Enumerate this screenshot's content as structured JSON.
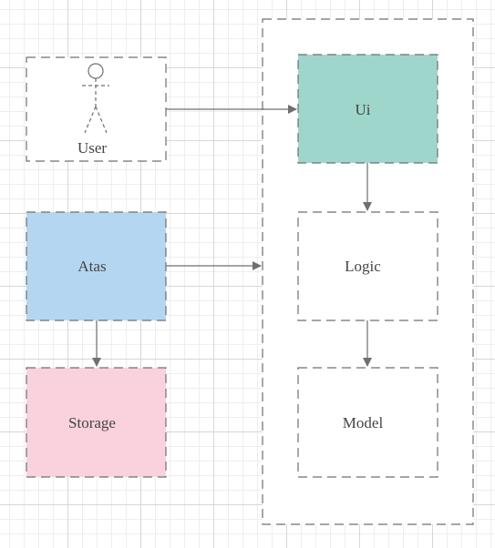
{
  "diagram": {
    "colors": {
      "ui_fill": "#9fd6cb",
      "atas_fill": "#b5d6f0",
      "storage_fill": "#f9d2dd",
      "plain_fill": "#ffffff",
      "border": "#6f6f6f",
      "arrow": "#6f6f6f",
      "grid_major": "#d7d7d7",
      "grid_minor": "#eeeeee"
    },
    "nodes": {
      "user": {
        "label": "User"
      },
      "ui": {
        "label": "Ui"
      },
      "atas": {
        "label": "Atas"
      },
      "logic": {
        "label": "Logic"
      },
      "storage": {
        "label": "Storage"
      },
      "model": {
        "label": "Model"
      }
    },
    "edges": [
      {
        "from": "user",
        "to": "ui"
      },
      {
        "from": "atas",
        "to": "app-container"
      },
      {
        "from": "atas",
        "to": "storage"
      },
      {
        "from": "ui",
        "to": "logic"
      },
      {
        "from": "logic",
        "to": "model"
      }
    ]
  }
}
